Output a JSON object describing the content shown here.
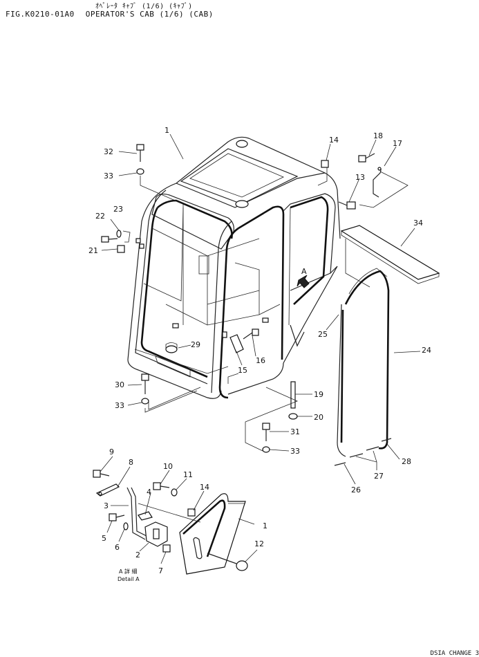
{
  "header": {
    "japanese": "ｵﾍﾟﾚｰﾀ ｷｬﾌﾞ (1/6) (ｷｬﾌﾞ)",
    "fig": "FIG.K0210-01A0",
    "title": "OPERATOR'S CAB (1/6) (CAB)"
  },
  "callouts": [
    "1",
    "2",
    "3",
    "4",
    "5",
    "6",
    "7",
    "8",
    "9",
    "10",
    "11",
    "12",
    "13",
    "14",
    "14",
    "15",
    "16",
    "17",
    "18",
    "19",
    "20",
    "21",
    "22",
    "23",
    "24",
    "25",
    "26",
    "27",
    "28",
    "29",
    "30",
    "31",
    "32",
    "33",
    "33",
    "33",
    "34",
    "1"
  ],
  "detail": {
    "mark": "A",
    "jp": "A 詳 細",
    "en": "Detail A"
  },
  "corner_text": "DSIA CHANGE 3"
}
